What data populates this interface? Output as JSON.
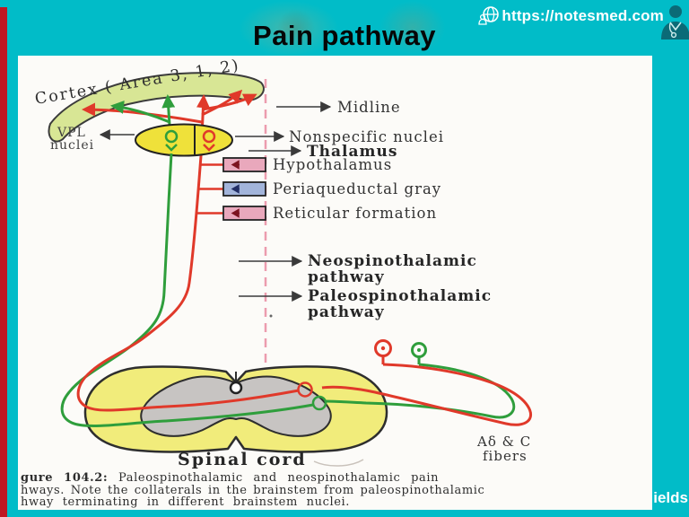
{
  "slide": {
    "background_color": "#01bcc8",
    "accent_bar_color": "#c01722",
    "title": "Pain pathway",
    "site_url": "https://notesmed.com",
    "watermark_fragment": "ields"
  },
  "diagram": {
    "cortex_label": "Cortex ( Area 3, 1, 2)",
    "vpl_label": {
      "line1": "VPL",
      "line2": "nuclei"
    },
    "midline_label": "Midline",
    "nonspecific_label": "Nonspecific nuclei",
    "thalamus_label": "Thalamus",
    "hypothalamus_label": "Hypothalamus",
    "periaqueductal_label": "Periaqueductal gray",
    "reticular_label": "Reticular formation",
    "neospinothalamic_label": {
      "line1": "Neospinothalamic",
      "line2": "pathway"
    },
    "paleospinothalamic_label": {
      "line1": "Paleospinothalamic",
      "line2": "pathway"
    },
    "spinal_cord_label": "Spinal cord",
    "fibers_label": {
      "line1": "Aδ & C",
      "line2": "fibers"
    },
    "pathway_colors": {
      "neospinothalamic_green": "#2f9e3c",
      "paleospinothalamic_red": "#e0392a",
      "midline_dash_pink": "#ec9cae"
    },
    "structure_colors": {
      "cortex": "#d8e695",
      "thalamus": "#efe13a",
      "spinal_white_matter": "#f1ec7b",
      "spinal_gray_matter": "#c7c4c2",
      "hypothalamus_box": "#e9a8bc",
      "periaqueductal_box": "#a2b4da",
      "reticular_box": "#e9a8bc"
    }
  },
  "caption": {
    "figure_number": "gure 104.2:",
    "line1_text": "Paleospinothalamic and neospinothalamic pain",
    "line2_text": "hways. Note the collaterals in the brainstem from paleospinothalamic",
    "line3_text": "hway terminating in different brainstem nuclei."
  }
}
